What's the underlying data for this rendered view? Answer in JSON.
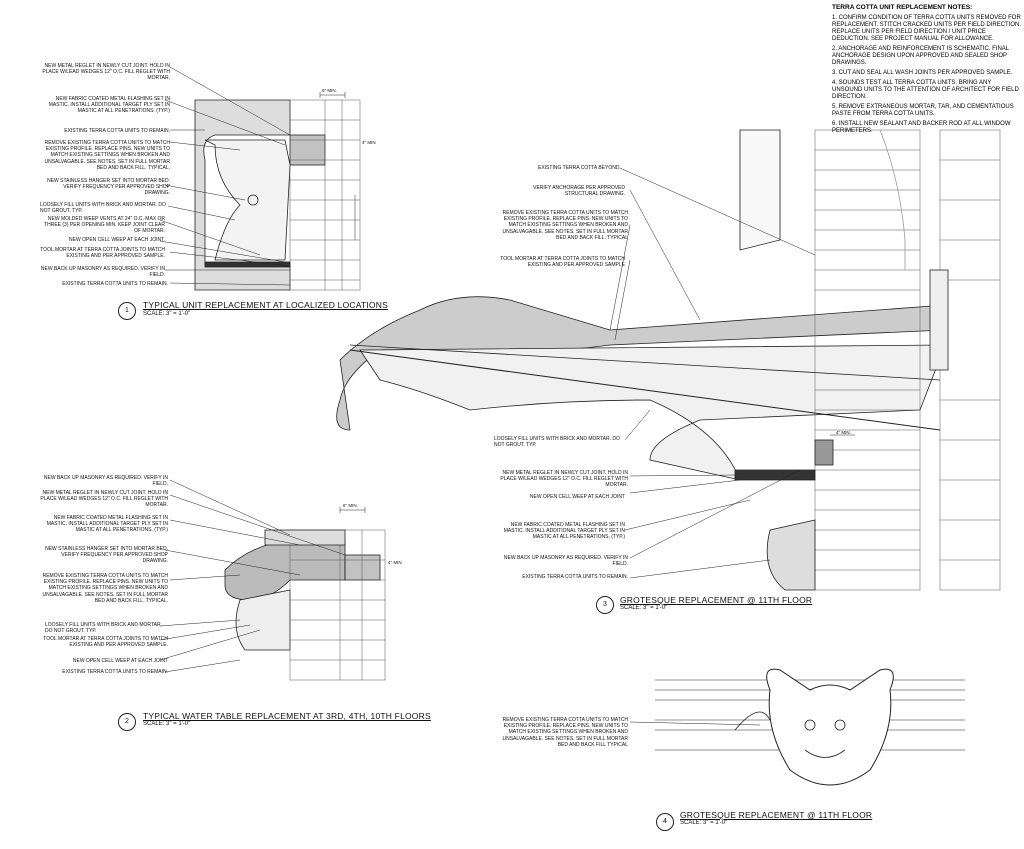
{
  "notes": {
    "heading": "TERRA COTTA UNIT REPLACEMENT NOTES:",
    "items": [
      "1. CONFIRM CONDITION OF TERRA COTTA UNITS REMOVED FOR REPLACEMENT. STITCH CRACKED UNITS PER FIELD DIRECTION. REPLACE UNITS PER FIELD DIRECTION / UNIT PRICE DEDUCTION. SEE PROJECT MANUAL FOR ALLOWANCE.",
      "2. ANCHORAGE AND REINFORCEMENT IS SCHEMATIC. FINAL ANCHORAGE DESIGN UPON APPROVED AND SEALED SHOP DRAWINGS.",
      "3. CUT AND SEAL ALL WASH JOINTS PER APPROVED SAMPLE.",
      "4. SOUNDS TEST ALL TERRA COTTA UNITS. BRING ANY UNSOUND UNITS TO THE ATTENTION OF ARCHITECT FOR FIELD DIRECTION.",
      "5. REMOVE EXTRANEOUS MORTAR, TAR, AND CEMENTATIOUS PASTE FROM TERRA COTTA UNITS.",
      "6. INSTALL NEW SEALANT AND BACKER ROD AT ALL WINDOW PERIMETERS."
    ]
  },
  "details": [
    {
      "number": "1",
      "title": "TYPICAL UNIT REPLACEMENT AT LOCALIZED LOCATIONS",
      "scale": "SCALE: 3\" = 1'-0\"",
      "dim": "6\" MIN.",
      "dim2": "4\" MIN",
      "labels": [
        "NEW METAL REGLET IN NEWLY CUT JOINT. HOLD IN PLACE W/LEAD WEDGES 12\" O.C. FILL REGLET WITH MORTAR.",
        "NEW FABRIC COATED METAL FLASHING SET IN MASTIC. INSTALL ADDITIONAL TARGET PLY SET IN MASTIC AT ALL PENETRATIONS. (TYP.)",
        "EXISTING TERRA COTTA UNITS TO REMAIN.",
        "REMOVE EXISTING TERRA COTTA UNITS TO MATCH EXISTING PROFILE. REPLACE PINS. NEW UNITS TO MATCH EXISTING SETTINGS WHEN BROKEN AND UNSALVAGABLE. SEE NOTES. SET IN FULL MORTAR BED AND BACK FILL. TYPICAL.",
        "NEW STAINLESS HANGER SET INTO MORTAR BED. VERIFY FREQUENCY PER APPROVED SHOP DRAWING.",
        "LOOSELY FILL UNITS WITH BRICK AND MORTAR. DO NOT GROUT. TYP.",
        "NEW MOLDED WEEP VENTS AT 24\" O.C. MAX OR THREE (3) PER OPENING MIN. KEEP JOINT CLEAR OF MORTAR.",
        "NEW OPEN CELL WEEP AT EACH JOINT.",
        "TOOL MORTAR AT TERRA COTTA JOINTS TO MATCH EXISTING AND PER APPROVED SAMPLE.",
        "NEW BACK UP MASONRY AS REQUIRED. VERIFY IN FIELD.",
        "EXISTING TERRA COTTA UNITS TO REMAIN."
      ]
    },
    {
      "number": "2",
      "title": "TYPICAL WATER TABLE REPLACEMENT AT 3RD, 4TH, 10TH FLOORS",
      "scale": "SCALE: 3\" = 1'-0\"",
      "dim": "6\" MIN.",
      "dim2": "4\" MIN",
      "labels": [
        "NEW BACK UP MASONRY AS REQUIRED. VERIFY IN FIELD.",
        "NEW METAL REGLET IN NEWLY CUT JOINT. HOLD IN PLACE W/LEAD WEDGES 12\" O.C. FILL REGLET WITH MORTAR.",
        "NEW FABRIC COATED METAL FLASHING SET IN MASTIC. INSTALL ADDITIONAL TARGET PLY SET IN MASTIC AT ALL PENETRATIONS. (TYP.)",
        "NEW STAINLESS HANGER SET INTO MORTAR BED. VERIFY FREQUENCY PER APPROVED SHOP DRAWING.",
        "REMOVE EXISTING TERRA COTTA UNITS TO MATCH EXISTING PROFILE. REPLACE PINS. NEW UNITS TO MATCH EXISTING SETTINGS WHEN BROKEN AND UNSALVAGABLE. SEE NOTES. SET IN FULL MORTAR BED AND BACK FILL. TYPICAL.",
        "LOOSELY FILL UNITS WITH BRICK AND MORTAR. DO NOT GROUT. TYP.",
        "TOOL MORTAR AT TERRA COTTA JOINTS TO MATCH EXISTING AND PER APPROVED SAMPLE.",
        "NEW OPEN CELL WEEP AT EACH JOINT",
        "EXISTING TERRA COTTA UNITS TO REMAIN."
      ]
    },
    {
      "number": "3",
      "title": "GROTESQUE REPLACEMENT @ 11TH FLOOR",
      "scale": "SCALE: 3\" = 1'-0\"",
      "dim": "4\" MIN.",
      "labels": [
        "EXISTING TERRA COTTA BEYOND",
        "VERIFY ANCHORAGE PER APPROVED STRUCTURAL DRAWING.",
        "REMOVE EXISTING TERRA COTTA UNITS TO MATCH EXISTING PROFILE. REPLACE PINS. NEW UNITS TO MATCH EXISTING SETTINGS WHEN BROKEN AND UNSALVAGABLE. SEE NOTES. SET IN FULL MORTAR BED AND BACK FILL. TYPICAL",
        "TOOL MORTAR AT TERRA COTTA JOINTS TO MATCH EXISTING AND PER APPROVED SAMPLE",
        "LOOSELY FILL UNITS WITH BRICK AND MORTAR. DO NOT GROUT. TYP.",
        "NEW METAL REGLET IN NEWLY CUT JOINT. HOLD IN PLACE W/LEAD WEDGES 12\" O.C. FILL REGLET WITH MORTAR.",
        "NEW OPEN CELL WEEP AT EACH JOINT",
        "NEW FABRIC COATED METAL FLASHING SET IN MASTIC. INSTALL ADDITIONAL TARGET PLY SET IN MASTIC AT ALL PENETRATIONS. (TYP.)",
        "NEW BACK UP MASONRY AS REQUIRED. VERIFY IN FIELD.",
        "EXISTING TERRA COTTA UNITS TO REMAIN."
      ]
    },
    {
      "number": "4",
      "title": "GROTESQUE REPLACEMENT @ 11TH FLOOR",
      "scale": "SCALE: 3\" = 1'-0\"",
      "labels": [
        "REMOVE EXISTING TERRA COTTA UNITS TO MATCH EXISTING PROFILE. REPLACE PINS. NEW UNITS TO MATCH EXISTING SETTINGS WHEN BROKEN AND UNSALVAGABLE. SEE NOTES. SET IN FULL MORTAR BED AND BACK FILL TYPICAL"
      ]
    }
  ]
}
